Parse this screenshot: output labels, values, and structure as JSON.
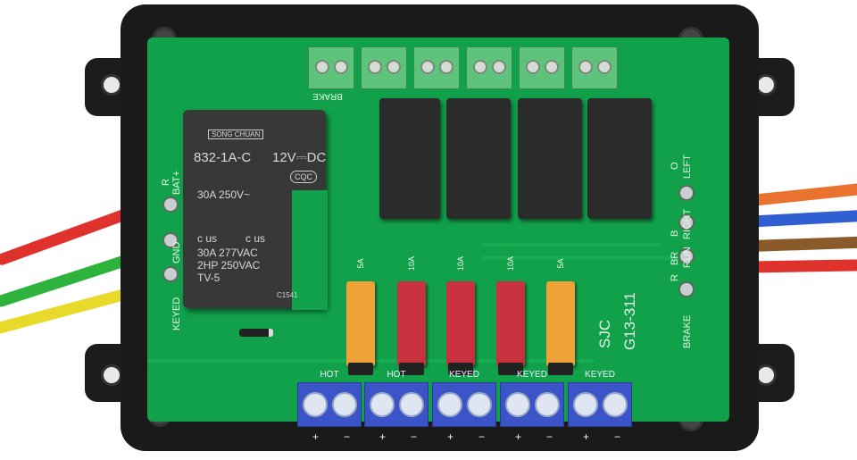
{
  "relay_main": {
    "brand": "SONG CHUAN",
    "model": "832-1A-C",
    "coil": "12V⎓DC",
    "cert_cqc": "CQC",
    "rating1": "30A 250V~",
    "ul_left": "c  us",
    "ul_right": "c  us",
    "rating2": "30A 277VAC",
    "rating3": "2HP 250VAC",
    "rating4": "TV-5",
    "code": "C1541"
  },
  "fuses": [
    {
      "label": "5A",
      "color": "#f0a23a"
    },
    {
      "label": "10A",
      "color": "#c8323f"
    },
    {
      "label": "10A",
      "color": "#c8323f"
    },
    {
      "label": "10A",
      "color": "#c8323f"
    },
    {
      "label": "5A",
      "color": "#f0a23a"
    }
  ],
  "terminals": [
    {
      "label": "HOT",
      "plus": "+",
      "minus": "−"
    },
    {
      "label": "HOT",
      "plus": "+",
      "minus": "−"
    },
    {
      "label": "KEYED",
      "plus": "+",
      "minus": "−"
    },
    {
      "label": "KEYED",
      "plus": "+",
      "minus": "−"
    },
    {
      "label": "KEYED",
      "plus": "+",
      "minus": "−"
    }
  ],
  "board_id": {
    "line1": "SJC",
    "line2": "G13-311"
  },
  "right_labels": [
    {
      "letter": "O",
      "name": "LEFT"
    },
    {
      "letter": "B",
      "name": "RIGHT"
    },
    {
      "letter": "BR",
      "name": "RUN"
    },
    {
      "letter": "R",
      "name": "BRAKE"
    }
  ],
  "left_labels": {
    "bat": "BAT+",
    "bat_letter": "R",
    "gnd": "GND",
    "keyed": "KEYED"
  },
  "top_label": "BRAKE",
  "colors": {
    "pcb": "#11a14a",
    "enclosure": "#1a1a1a",
    "terminal_blue": "#3b55c9",
    "terminal_green": "#5ec37a"
  }
}
